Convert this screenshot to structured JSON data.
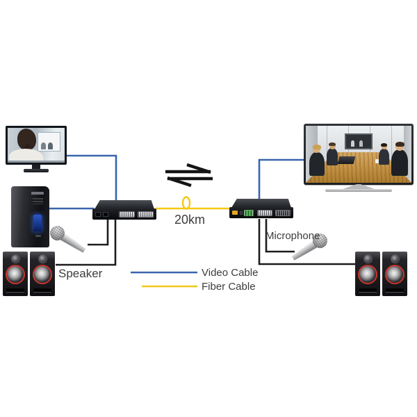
{
  "labels": {
    "distance": "20km",
    "speaker": "Speaker",
    "microphone": "Microphone"
  },
  "legend": {
    "items": [
      {
        "label": "Video Cable",
        "color": "#3a64ad"
      },
      {
        "label": "Fiber Cable",
        "color": "#f2c71c"
      }
    ]
  },
  "colors": {
    "video_cable": "#3a64ad",
    "fiber_cable": "#f6c815",
    "audio_cable": "#1c1c1c",
    "background": "#ffffff",
    "speaker_ring": "#c8362e"
  },
  "icons": {
    "bidirectional_arrows": "⇌",
    "fiber_loop": "fiber-slack-loop",
    "devices": [
      "pc-monitor",
      "computer-tower",
      "fiber-extender-transmitter",
      "fiber-extender-receiver",
      "microphone",
      "stereo-speakers",
      "conference-tv"
    ]
  }
}
